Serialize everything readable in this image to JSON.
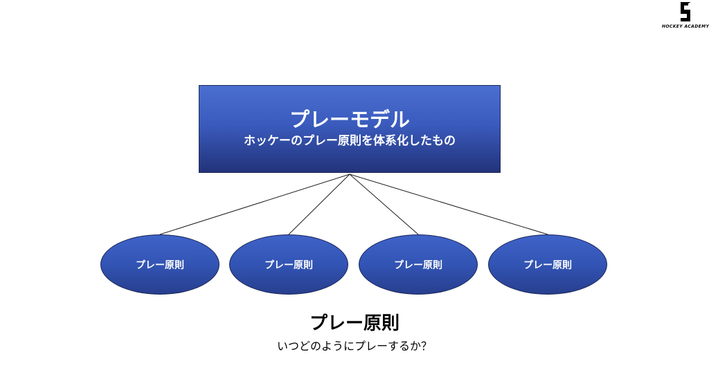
{
  "logo": {
    "text": "HOCKEY ACADEMY",
    "icon": "hockey-academy-logo-icon"
  },
  "model": {
    "title": "プレーモデル",
    "subtitle": "ホッケーのプレー原則を体系化したもの"
  },
  "principles": [
    {
      "label": "プレー原則"
    },
    {
      "label": "プレー原則"
    },
    {
      "label": "プレー原則"
    },
    {
      "label": "プレー原則"
    }
  ],
  "caption": {
    "title": "プレー原則",
    "subtitle": "いつどのようにプレーするか？"
  },
  "colors": {
    "box_fill": "#3a5bbd",
    "box_border": "#1f2a55",
    "connector": "#1a1a1a",
    "text_light": "#ffffff"
  }
}
